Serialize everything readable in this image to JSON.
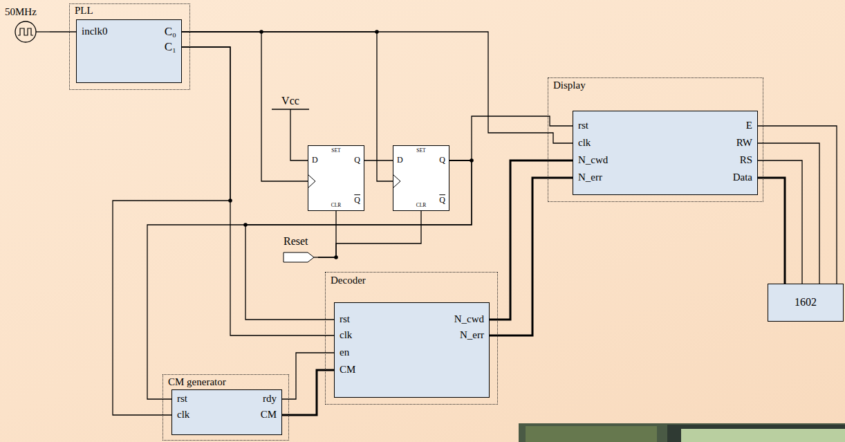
{
  "diagram": {
    "nodes": [
      {
        "text": [
          "50MHz"
        ]
      },
      {
        "text": [
          "PLL"
        ]
      },
      {
        "text": [
          "inclk0",
          "C₀",
          "C₁"
        ],
        "in": 1
      },
      {
        "text": [
          "Display"
        ]
      },
      {
        "text": [
          "rst",
          "clk",
          "N_cwd",
          "N_err",
          "E",
          "RW",
          "RS",
          "Data"
        ],
        "in": 3
      },
      {
        "text": [
          "D",
          "SET",
          "Q",
          "CLR",
          "Q"
        ]
      },
      {
        "text": [
          "D",
          "SET",
          "Q",
          "CLR",
          "Q"
        ]
      },
      {
        "text": [
          "Reset"
        ]
      },
      {
        "text": [
          "Decoder"
        ]
      },
      {
        "text": [
          "rst",
          "clk",
          "en",
          "CM",
          "N_cwd",
          "N_err"
        ],
        "in": 8
      },
      {
        "text": [
          "1602"
        ]
      },
      {
        "text": [
          "CM generator"
        ]
      },
      {
        "text": [
          "rst",
          "clk",
          "rdy",
          "CM"
        ],
        "in": 11
      }
    ],
    "edges": [
      {
        "from": 0,
        "to": 2,
        "arrow": "none"
      },
      {
        "from": 2,
        "to": 5,
        "arrow": "none"
      },
      {
        "from": 2,
        "to": 6,
        "arrow": "none"
      },
      {
        "from": 2,
        "to": 4,
        "arrow": "none"
      },
      {
        "from": 2,
        "to": 9,
        "arrow": "none"
      },
      {
        "from": 2,
        "to": 12,
        "arrow": "none"
      },
      {
        "from": 5,
        "to": 6,
        "arrow": "none"
      },
      {
        "from": 6,
        "to": 4,
        "arrow": "none"
      },
      {
        "from": 6,
        "to": 9,
        "arrow": "none"
      },
      {
        "from": 6,
        "to": 12,
        "arrow": "none"
      },
      {
        "from": 7,
        "to": 5,
        "arrow": "none"
      },
      {
        "from": 7,
        "to": 6,
        "arrow": "none"
      },
      {
        "from": 12,
        "to": 9,
        "arrow": "none"
      },
      {
        "from": 12,
        "to": 9,
        "arrow": "none"
      },
      {
        "from": 9,
        "to": 4,
        "arrow": "none"
      },
      {
        "from": 9,
        "to": 4,
        "arrow": "none"
      },
      {
        "from": 4,
        "to": 10,
        "arrow": "none"
      },
      {
        "from": 4,
        "to": 10,
        "arrow": "none"
      },
      {
        "from": 4,
        "to": 10,
        "arrow": "none"
      },
      {
        "from": 4,
        "to": 10,
        "arrow": "none"
      }
    ],
    "labels": [
      "Vcc"
    ]
  }
}
